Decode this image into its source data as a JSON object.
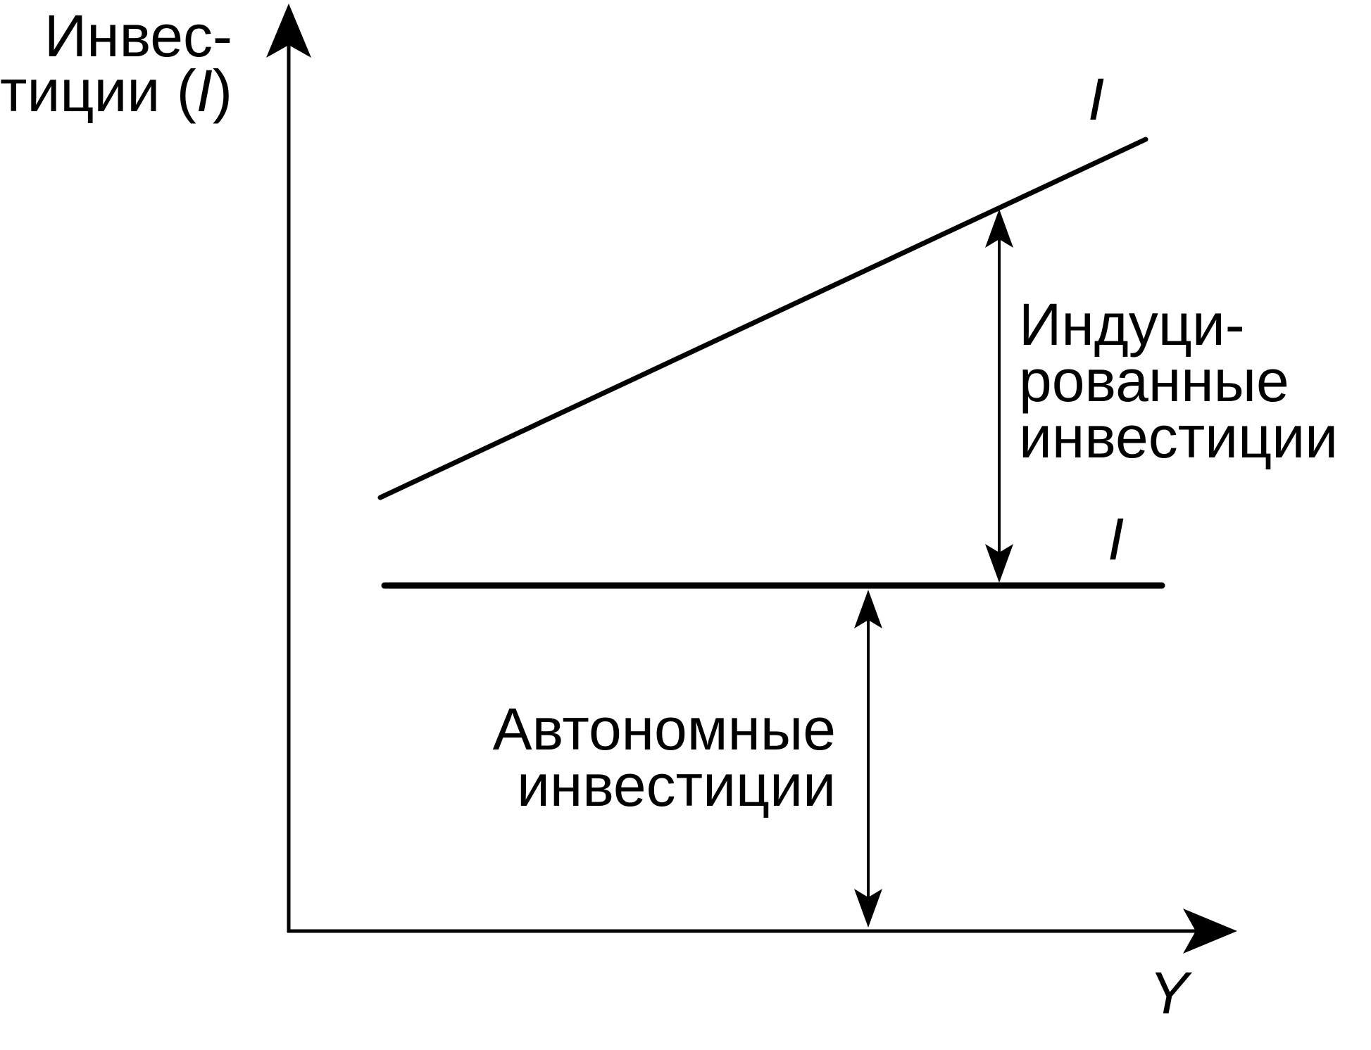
{
  "y_axis_label": {
    "line1": "Инвес-",
    "line2_prefix": "тиции (",
    "line2_symbol": "I",
    "line2_suffix": ")"
  },
  "x_axis_label": "Y",
  "induced_line_label": "I",
  "autonomous_line_label": "I",
  "induced_annotation": {
    "line1": "Индуци-",
    "line2": "рованные",
    "line3": "инвестиции"
  },
  "autonomous_annotation": {
    "line1": "Автономные",
    "line2": "инвестиции"
  },
  "colors": {
    "ink": "#000000",
    "background": "#ffffff"
  }
}
